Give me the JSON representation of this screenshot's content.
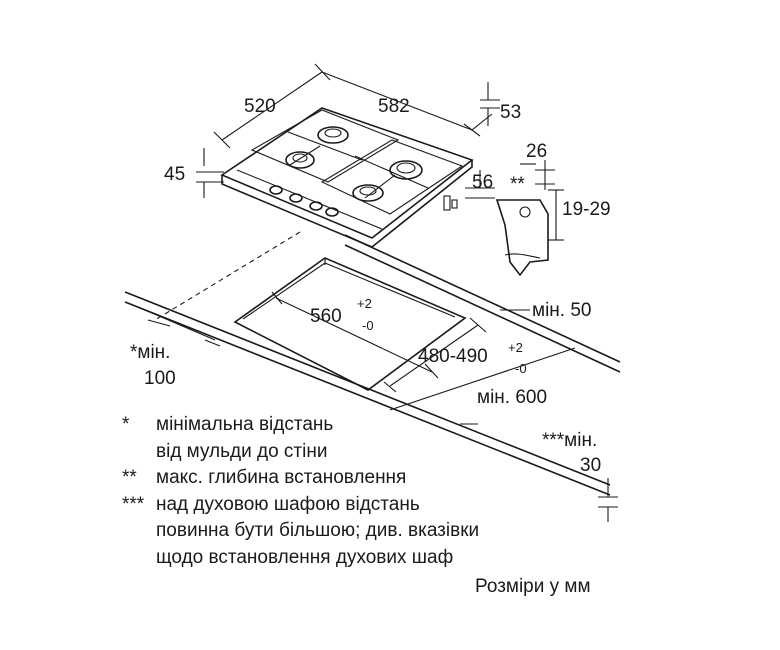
{
  "dimensions": {
    "hob_depth": "520",
    "hob_width": "582",
    "control_depth": "53",
    "hob_height": "45",
    "knob_offset": "56",
    "side_width": "26",
    "side_marker": "**",
    "worktop_range": "19-29",
    "cutout_width": "560",
    "cutout_width_tol_plus": "+2",
    "cutout_width_tol_minus": "-0",
    "cutout_depth": "480-490",
    "cutout_depth_tol_plus": "+2",
    "cutout_depth_tol_minus": "-0",
    "min_front": "мін. 50",
    "min_wall_label": "*мін.",
    "min_wall_value": "100",
    "min_depth": "мін. 600",
    "oven_label": "***мін.",
    "oven_value": "30"
  },
  "notes": [
    {
      "marker": "*",
      "lines": [
        "мінімальна відстань",
        "від мульди до стіни"
      ]
    },
    {
      "marker": "**",
      "lines": [
        "макс. глибина встановлення"
      ]
    },
    {
      "marker": "***",
      "lines": [
        "над духовою шафою відстань",
        "повинна бути більшою; див. вказівки",
        "щодо встановлення духових шаф"
      ]
    }
  ],
  "units": "Розміри у мм"
}
